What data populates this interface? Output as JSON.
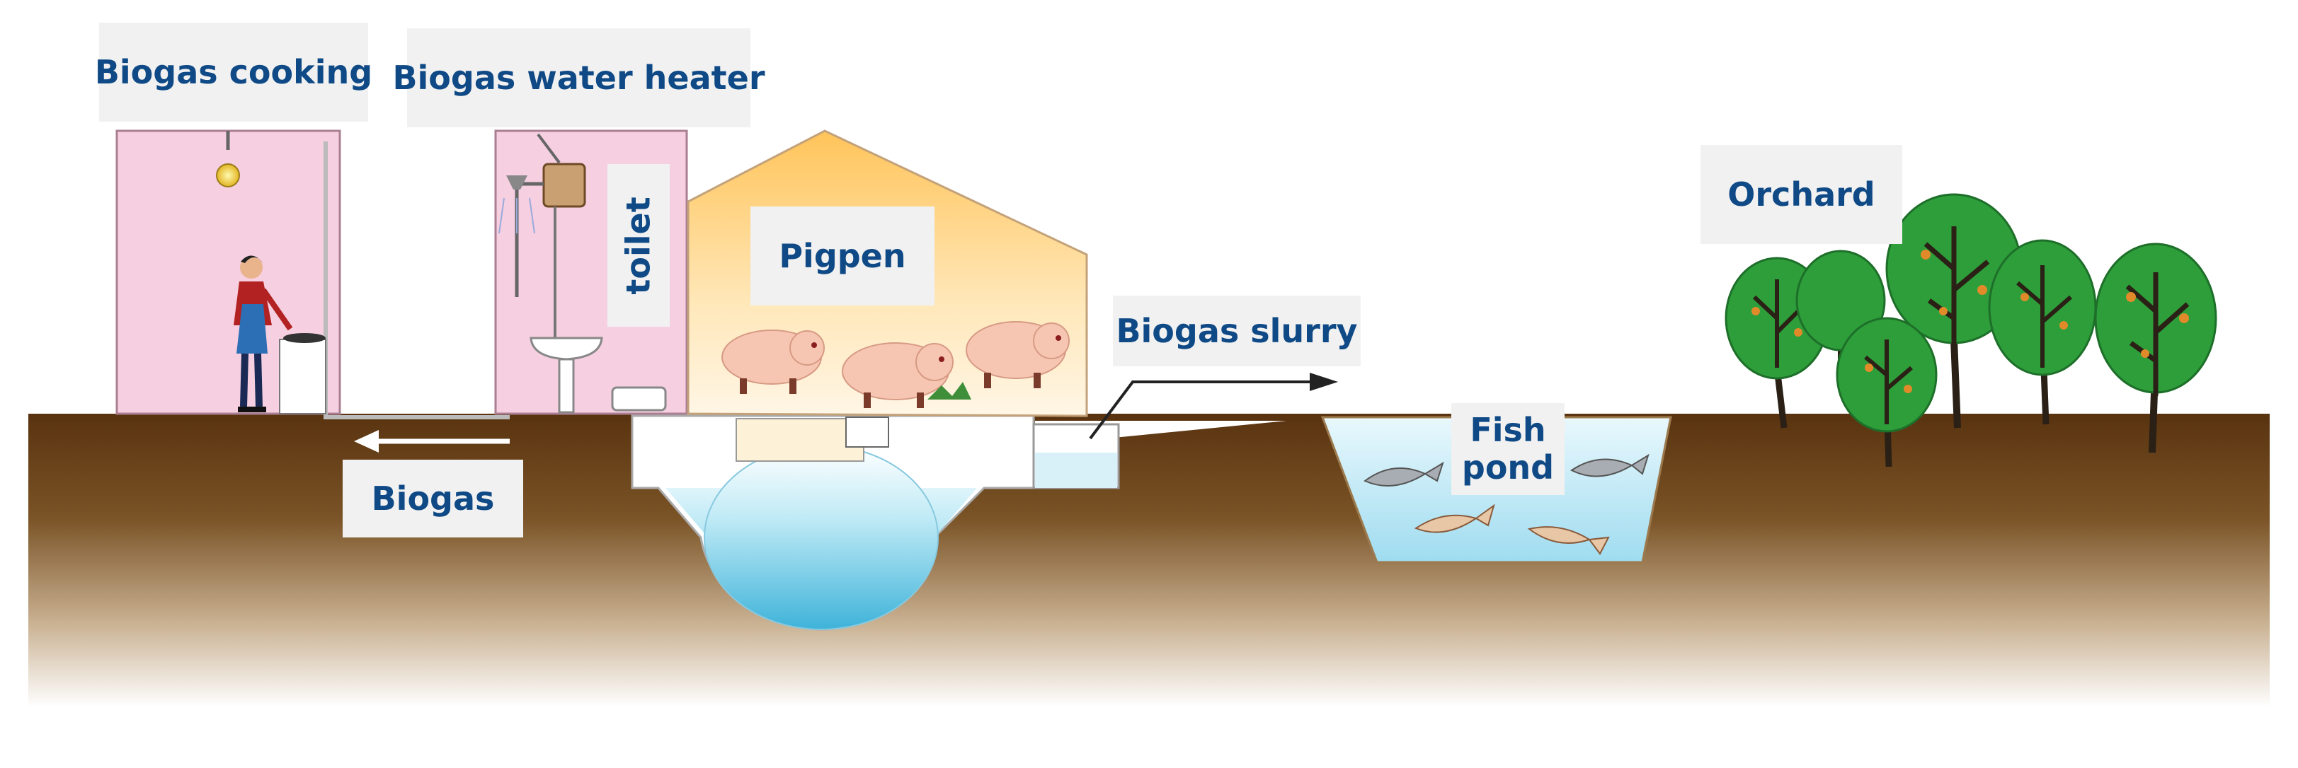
{
  "labels": {
    "biogas_cooking": "Biogas cooking",
    "biogas_water_heater": "Biogas water heater",
    "toilet": "toilet",
    "pigpen": "Pigpen",
    "biogas_slurry": "Biogas slurry",
    "biogas": "Biogas",
    "fish_pond_line1": "Fish",
    "fish_pond_line2": "pond",
    "orchard": "Orchard"
  },
  "colors": {
    "label_text": "#0f4a86",
    "label_bg": "#f1f1f1",
    "ground_top": "#5a3410",
    "ground_bottom": "#ffffff",
    "room_pink": "#f6cfe0",
    "pigpen_glow": "#ffd27a",
    "water": "#7fd0ea",
    "tree_green": "#2e9e3a"
  },
  "icons": [
    "woman-cooking-icon",
    "shower-icon",
    "water-heater-icon",
    "sink-icon",
    "pig-icon",
    "fish-icon",
    "tree-icon",
    "arrow-icon"
  ]
}
